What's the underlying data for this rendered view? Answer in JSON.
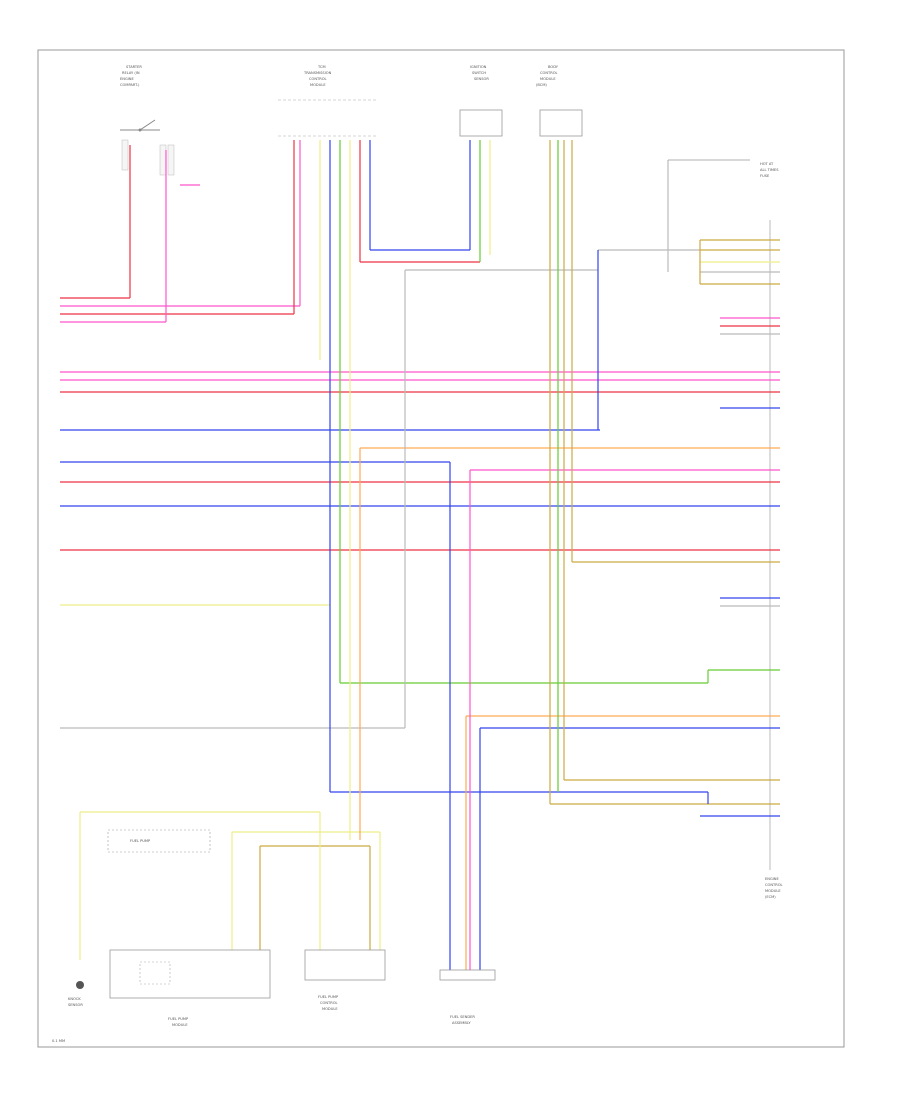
{
  "colors": {
    "red": "#ee3344",
    "pink": "#ff55cc",
    "blue": "#3344ee",
    "yellow": "#eeee88",
    "green": "#66cc33",
    "orange": "#ffaa55",
    "tan": "#ccaa44",
    "gray": "#bbbbbb"
  },
  "labels": {
    "footer": "0.1 MM"
  },
  "components": [
    {
      "id": "switch-top-left",
      "label": "STARTER RELAY"
    },
    {
      "id": "transmission-module",
      "label": "TRANSMISSION CONTROL MODULE"
    },
    {
      "id": "ignition-sensor",
      "label": "SENSOR"
    },
    {
      "id": "control-module-top",
      "label": "CONTROL MODULE"
    },
    {
      "id": "fuel-pump-module",
      "label": "FUEL PUMP MODULE"
    },
    {
      "id": "fuel-pump-relay",
      "label": "FUEL PUMP CONTROL MODULE"
    },
    {
      "id": "fuel-sender",
      "label": "FUEL SENDER"
    },
    {
      "id": "engine-module",
      "label": "ENGINE CONTROL MODULE"
    }
  ]
}
